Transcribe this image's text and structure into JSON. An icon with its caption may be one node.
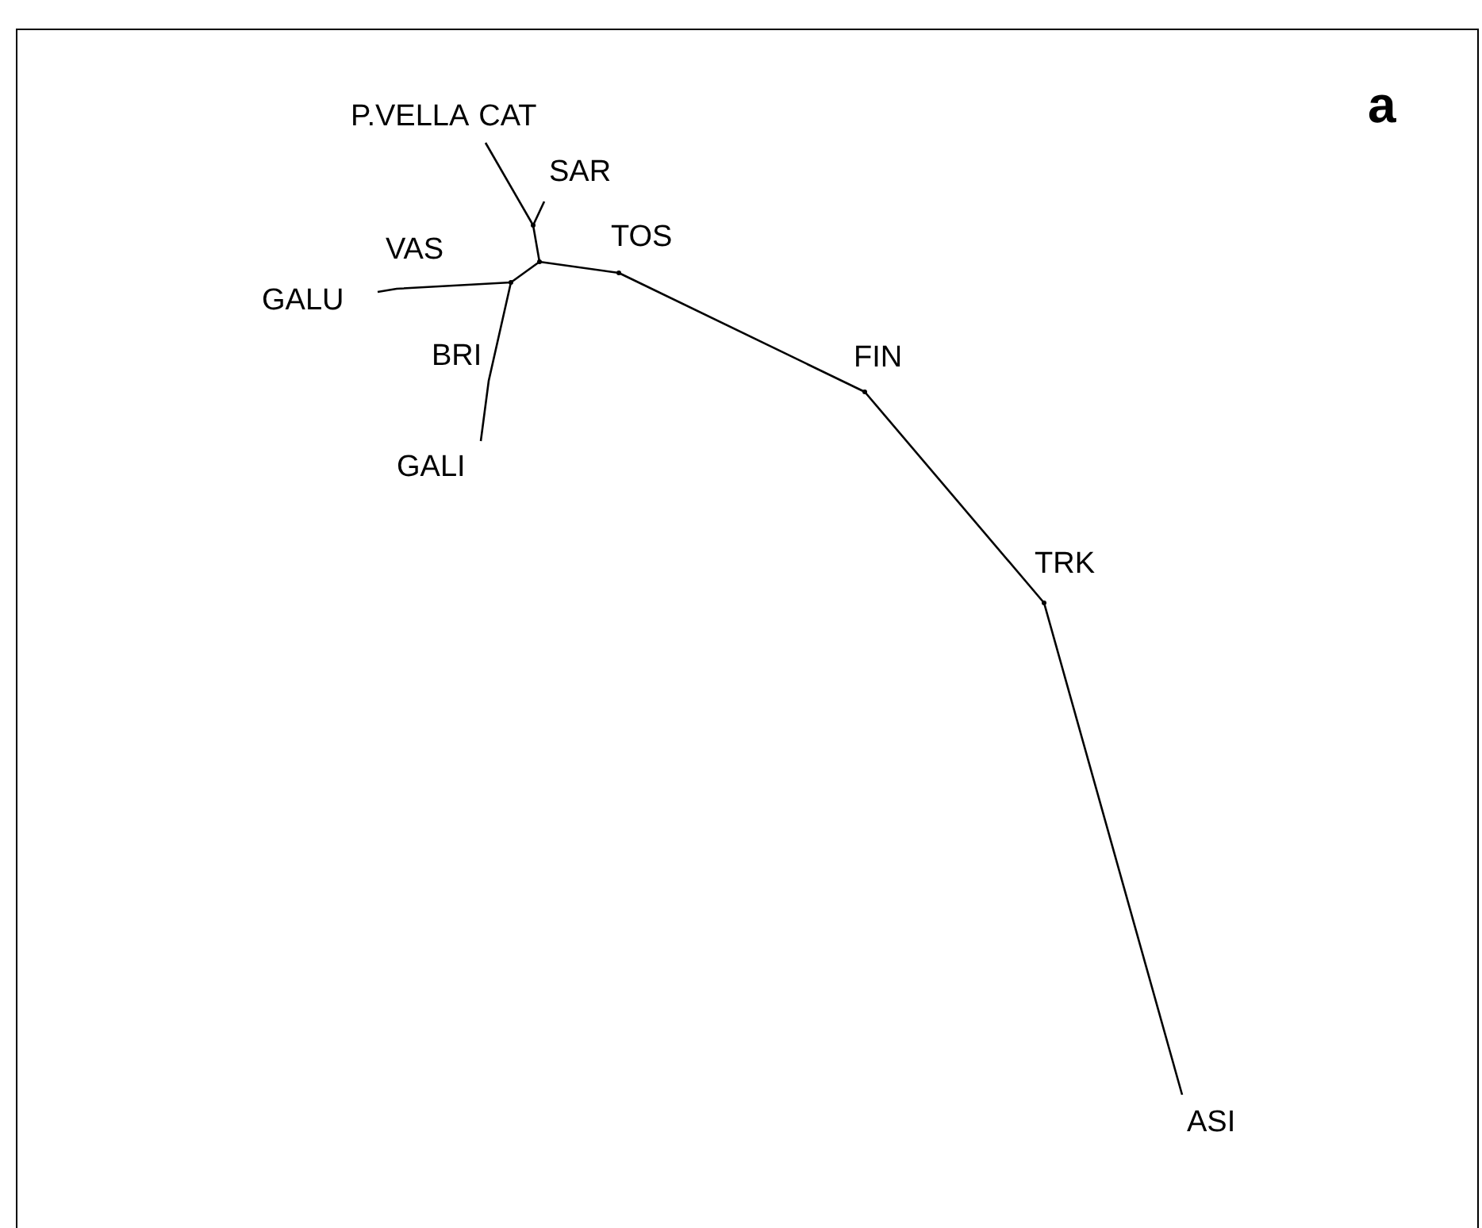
{
  "diagram": {
    "nodes": [
      {
        "text": [
          "P.VELLA",
          "CAT"
        ]
      },
      {
        "text": [
          "SAR"
        ]
      },
      {
        "text": [],
        "shape": "point"
      },
      {
        "text": [],
        "shape": "point"
      },
      {
        "text": [],
        "shape": "point",
        "beside": [
          "TOS"
        ]
      },
      {
        "text": [],
        "shape": "point",
        "beside": [
          "FIN"
        ]
      },
      {
        "text": [],
        "shape": "point",
        "beside": [
          "TRK"
        ]
      },
      {
        "text": [
          "ASI"
        ]
      },
      {
        "text": [],
        "shape": "point"
      },
      {
        "text": [
          "GALU"
        ]
      },
      {
        "text": [
          "GALI"
        ]
      }
    ],
    "edges": [
      {
        "from": 0,
        "to": 2,
        "arrow": "none"
      },
      {
        "from": 1,
        "to": 2,
        "arrow": "none"
      },
      {
        "from": 2,
        "to": 3,
        "arrow": "none"
      },
      {
        "from": 3,
        "to": 4,
        "arrow": "none"
      },
      {
        "from": 4,
        "to": 5,
        "arrow": "none"
      },
      {
        "from": 5,
        "to": 6,
        "arrow": "none"
      },
      {
        "from": 6,
        "to": 7,
        "arrow": "none"
      },
      {
        "from": 3,
        "to": 8,
        "arrow": "none"
      },
      {
        "from": 8,
        "to": 9,
        "arrow": "none"
      },
      {
        "from": 8,
        "to": 10,
        "arrow": "none"
      }
    ],
    "labels": [
      "a",
      "VAS",
      "BRI"
    ]
  }
}
